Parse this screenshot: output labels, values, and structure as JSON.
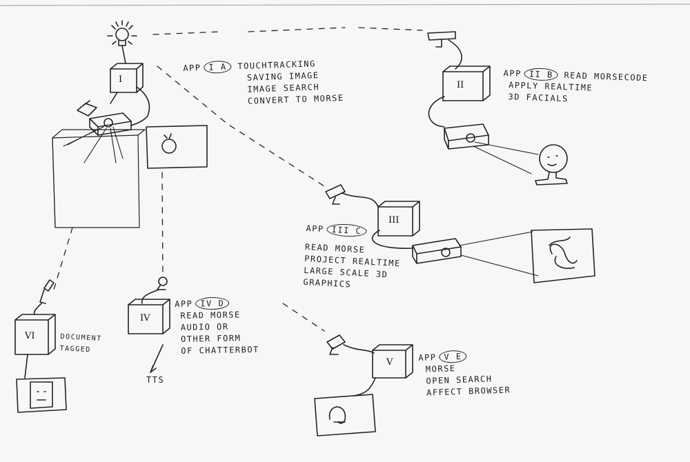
{
  "stations": {
    "I": {
      "label": "I"
    },
    "II": {
      "label": "II"
    },
    "III": {
      "label": "III"
    },
    "IV": {
      "label": "IV"
    },
    "V": {
      "label": "V"
    },
    "VI": {
      "label": "VI"
    }
  },
  "apps": {
    "a": {
      "prefix": "APP",
      "code": "I A",
      "lines": [
        "TOUCHTRACKING",
        "SAVING IMAGE",
        "IMAGE SEARCH",
        "CONVERT TO MORSE"
      ]
    },
    "b": {
      "prefix": "APP",
      "code": "II B",
      "lines": [
        "READ MORSECODE",
        "APPLY REALTIME",
        "3D FACIALS"
      ]
    },
    "c": {
      "prefix": "APP",
      "code": "III C",
      "lines": [
        "READ MORSE",
        "PROJECT REALTIME",
        "LARGE SCALE 3D",
        "GRAPHICS"
      ]
    },
    "d": {
      "prefix": "APP",
      "code": "IV D",
      "lines": [
        "READ MORSE",
        "AUDIO OR",
        "OTHER FORM",
        "OF CHATTERBOT"
      ]
    },
    "e": {
      "prefix": "APP",
      "code": "V E",
      "lines": [
        "MORSE",
        "OPEN SEARCH",
        "AFFECT BROWSER"
      ]
    }
  },
  "notes": {
    "vi": [
      "DOCUMENT",
      "TAGGED"
    ],
    "tts": "TTS"
  }
}
